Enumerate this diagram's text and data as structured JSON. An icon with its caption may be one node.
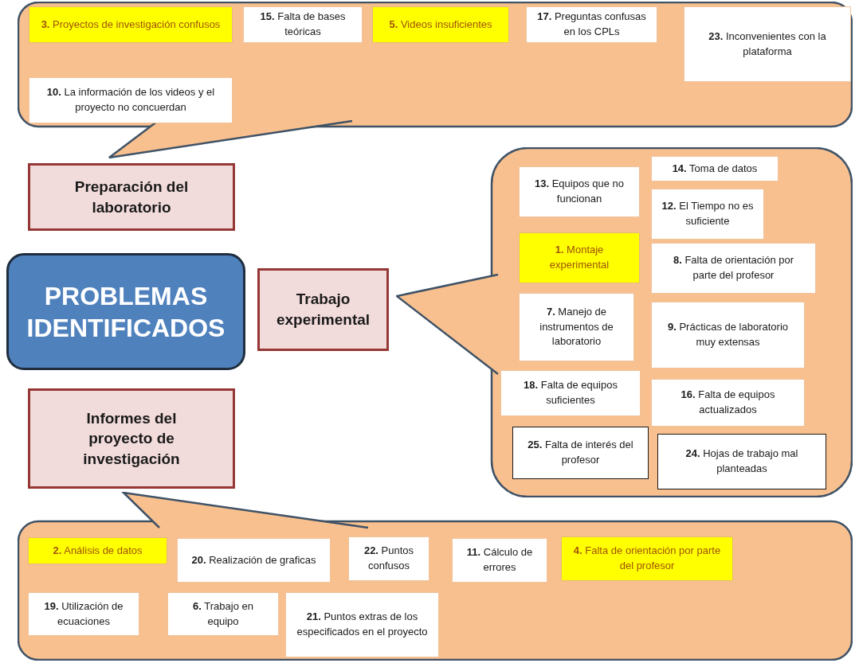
{
  "diagram": {
    "nodes": [
      {
        "text": [],
        "shape": "callout"
      },
      {
        "text": [
          "**3.** Proyectos de investigación confusos"
        ],
        "in": 0
      },
      {
        "text": [
          "**15.** Falta de bases teóricas"
        ],
        "in": 0
      },
      {
        "text": [
          "**5.** Videos insuficientes"
        ],
        "in": 0
      },
      {
        "text": [
          "**17.** Preguntas confusas en los CPLs"
        ],
        "in": 0
      },
      {
        "text": [
          "**23.** Inconvenientes con la plataforma"
        ],
        "in": 0
      },
      {
        "text": [
          "**10.** La información de los videos y el proyecto no concuerdan"
        ],
        "in": 0
      },
      {
        "text": [
          "Preparación del laboratorio"
        ]
      },
      {
        "text": [],
        "shape": "callout"
      },
      {
        "text": [
          "**14.** Toma de datos"
        ],
        "in": 8
      },
      {
        "text": [
          "**13.** Equipos que no funcionan"
        ],
        "in": 8
      },
      {
        "text": [
          "**12.** El Tiempo no es suficiente"
        ],
        "in": 8
      },
      {
        "text": [
          "**1.** Montaje experimental"
        ],
        "in": 8
      },
      {
        "text": [
          "**8.** Falta de orientación por parte del profesor"
        ],
        "in": 8
      },
      {
        "text": [
          "**7.** Manejo de instrumentos de laboratorio"
        ],
        "in": 8
      },
      {
        "text": [
          "**9.** Prácticas de laboratorio muy extensas"
        ],
        "in": 8
      },
      {
        "text": [
          "**18.** Falta de equipos suficientes"
        ],
        "in": 8
      },
      {
        "text": [
          "**16.** Falta de equipos actualizados"
        ],
        "in": 8
      },
      {
        "text": [
          "**25.** Falta de interés del profesor"
        ],
        "in": 8
      },
      {
        "text": [
          "**24.** Hojas de trabajo mal planteadas"
        ],
        "in": 8
      },
      {
        "text": [
          "PROBLEMAS IDENTIFICADOS"
        ]
      },
      {
        "text": [
          "Trabajo experimental"
        ]
      },
      {
        "text": [
          "Informes del proyecto de investigación"
        ]
      },
      {
        "text": [],
        "shape": "callout"
      },
      {
        "text": [
          "**2.** Análisis de datos"
        ],
        "in": 23
      },
      {
        "text": [
          "**20.** Realización de graficas"
        ],
        "in": 23
      },
      {
        "text": [
          "**22.** Puntos confusos"
        ],
        "in": 23
      },
      {
        "text": [
          "**11.** Cálculo de errores"
        ],
        "in": 23
      },
      {
        "text": [
          "**4.** Falta de orientación por parte del profesor"
        ],
        "in": 23
      },
      {
        "text": [
          "**19.** Utilización de ecuaciones"
        ],
        "in": 23
      },
      {
        "text": [
          "**6.** Trabajo en equipo"
        ],
        "in": 23
      },
      {
        "text": [
          "**21.** Puntos extras de los especificados en el proyecto"
        ],
        "in": 23
      }
    ],
    "edges": []
  }
}
